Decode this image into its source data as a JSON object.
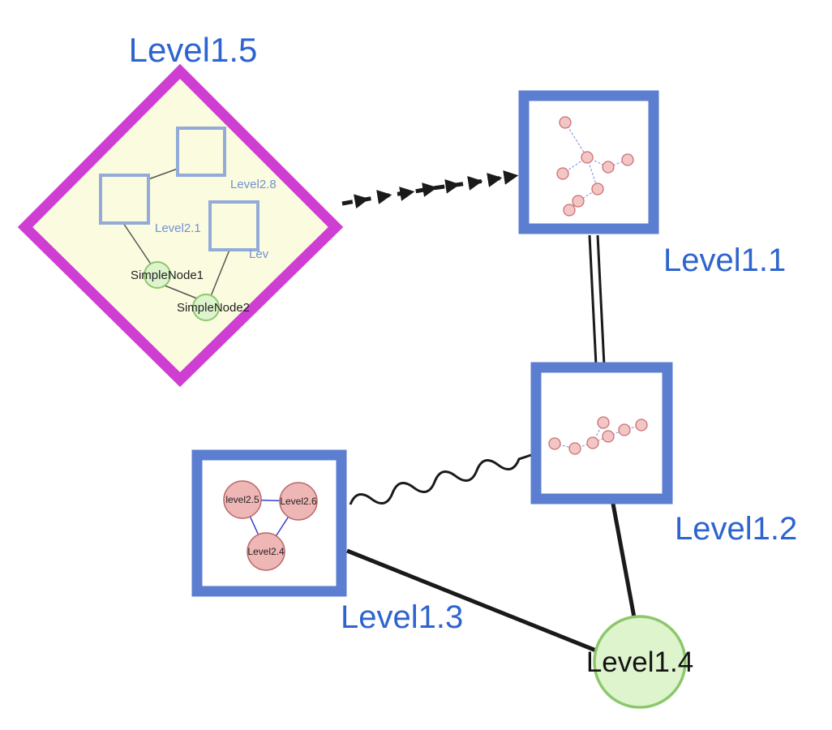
{
  "diagram_labels": {
    "level15": "Level1.5",
    "level11": "Level1.1",
    "level12": "Level1.2",
    "level13": "Level1.3",
    "level14": "Level1.4"
  },
  "diamond_group": {
    "level28": "Level2.8",
    "level21": "Level2.1",
    "lev_truncated": "Lev",
    "simplenode1": "SimpleNode1",
    "simplenode2": "SimpleNode2"
  },
  "level13_group": {
    "level25": "level2.5",
    "level26": "Level2.6",
    "level24": "Level2.4"
  },
  "colors": {
    "label_blue": "#2e64cf",
    "child_label_blue": "#7490d0",
    "diamond_border_magenta": "#cf3ed3",
    "diamond_fill_yellow": "#fbfbdf",
    "group_node_border_blue": "#5b7ed0",
    "green_node_fill": "#def4cd",
    "green_node_border": "#8cc86b",
    "pink_node_fill": "#efb6b6",
    "pink_node_border": "#b96a6a",
    "edge_black": "#1a1a1a",
    "subgraph_edge_blue": "#8787d8"
  }
}
